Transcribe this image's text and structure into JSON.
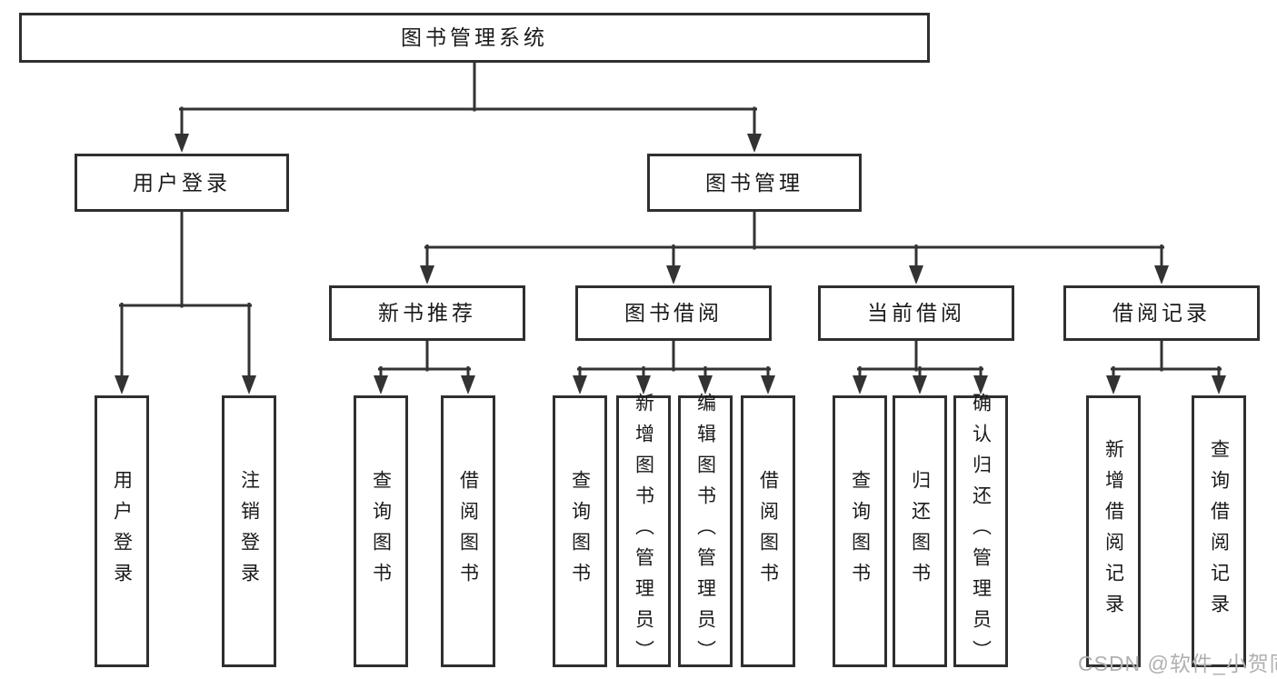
{
  "tree": {
    "root": "图书管理系统",
    "children": [
      {
        "label": "用户登录",
        "children": [
          {
            "label": "用户登录"
          },
          {
            "label": "注销登录"
          }
        ]
      },
      {
        "label": "图书管理",
        "children": [
          {
            "label": "新书推荐",
            "children": [
              {
                "label": "查询图书"
              },
              {
                "label": "借阅图书"
              }
            ]
          },
          {
            "label": "图书借阅",
            "children": [
              {
                "label": "查询图书"
              },
              {
                "label": "新增图书（管理员）"
              },
              {
                "label": "编辑图书（管理员）"
              },
              {
                "label": "借阅图书"
              }
            ]
          },
          {
            "label": "当前借阅",
            "children": [
              {
                "label": "查询图书"
              },
              {
                "label": "归还图书"
              },
              {
                "label": "确认归还（管理员）"
              }
            ]
          },
          {
            "label": "借阅记录",
            "children": [
              {
                "label": "新增借阅记录"
              },
              {
                "label": "查询借阅记录"
              }
            ]
          }
        ]
      }
    ]
  },
  "watermark": {
    "text": "CSDN @软件_小贺同学"
  },
  "colors": {
    "line": "#333333",
    "box_border": "#2f2f2f",
    "text": "#1a1a1a",
    "watermark": "#b0b0b0",
    "background": "#ffffff"
  }
}
